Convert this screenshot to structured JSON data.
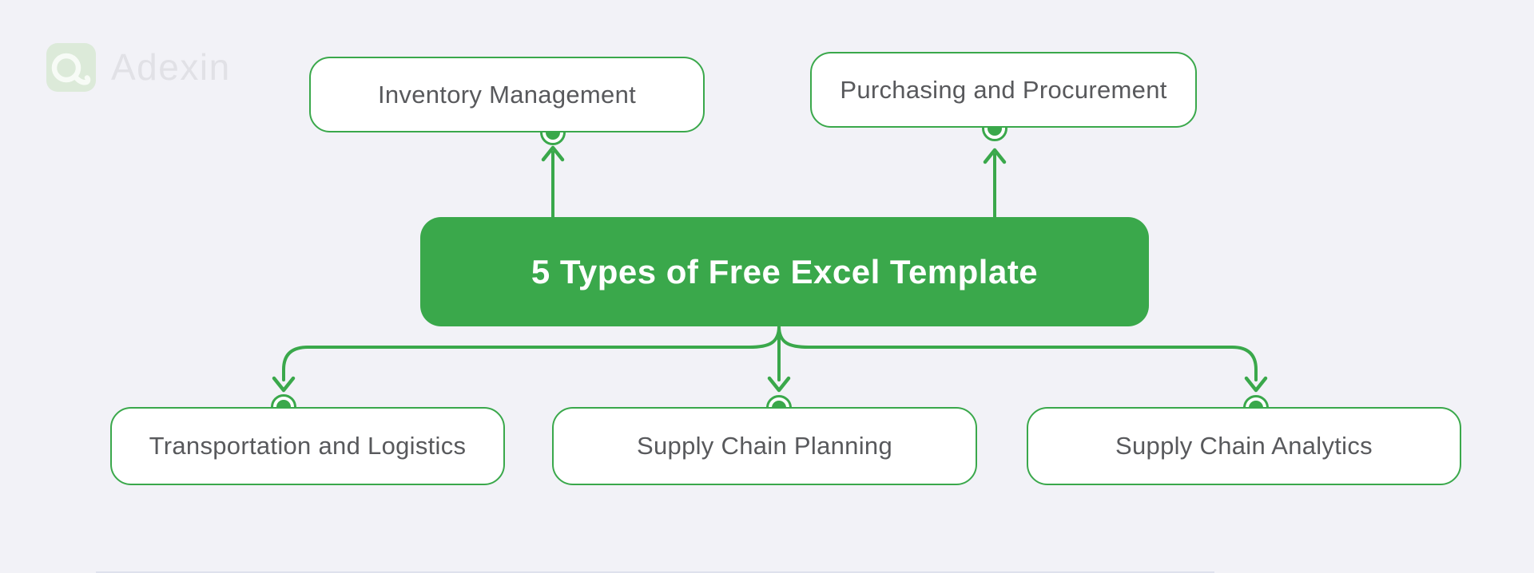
{
  "brand": {
    "name": "Adexin"
  },
  "diagram": {
    "title": "5 Types of Free Excel Template",
    "nodes": [
      {
        "id": "inventory",
        "label": "Inventory Management",
        "position": "top-left"
      },
      {
        "id": "purchasing",
        "label": "Purchasing and Procurement",
        "position": "top-right"
      },
      {
        "id": "transportation",
        "label": "Transportation and Logistics",
        "position": "bottom-left"
      },
      {
        "id": "planning",
        "label": "Supply Chain Planning",
        "position": "bottom-center"
      },
      {
        "id": "analytics",
        "label": "Supply Chain Analytics",
        "position": "bottom-right"
      }
    ]
  },
  "icons": {
    "logo_mark": "adexin-a-ring-icon",
    "connector": "connector-dot",
    "arrow_up": "arrow-up-icon",
    "arrow_down": "arrow-down-icon"
  },
  "colors": {
    "green": "#3AA84B",
    "background": "#F2F2F7",
    "nodeText": "#58595C",
    "titleText": "#FFFFFF",
    "logoTile": "#DCEAD9",
    "logoGlyph": "#F7FBF6",
    "logoText": "#E1E1E6",
    "bottomEdge": "#DEE1ED"
  }
}
